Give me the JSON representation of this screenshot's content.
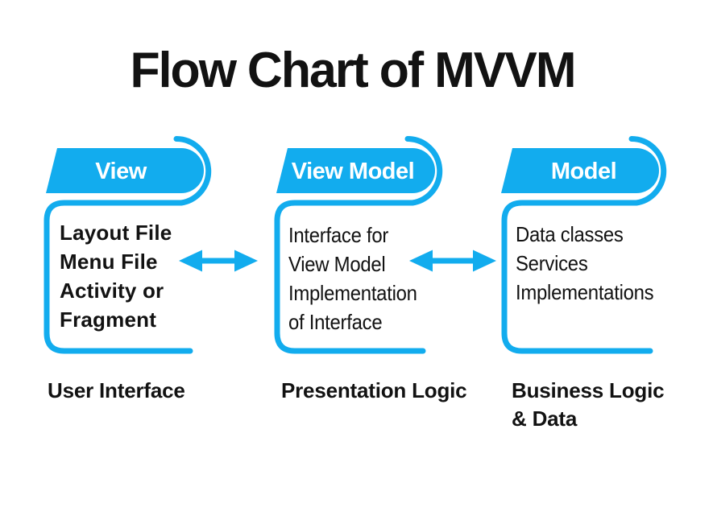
{
  "title": "Flow Chart of MVVM",
  "colors": {
    "accent": "#12ACEE",
    "text": "#121212",
    "tab_label": "#FFFFFF",
    "background": "#FFFFFF"
  },
  "columns": [
    {
      "tab": "View",
      "items": [
        "Layout File",
        "Menu File",
        "Activity or",
        "Fragment"
      ],
      "caption": "User Interface"
    },
    {
      "tab": "View Model",
      "items": [
        "Interface for",
        "View Model",
        "Implementation",
        "of Interface"
      ],
      "caption": "Presentation Logic"
    },
    {
      "tab": "Model",
      "items": [
        "Data classes",
        "Services",
        "Implementations"
      ],
      "caption": "Business Logic & Data"
    }
  ],
  "arrows": [
    {
      "name": "view-viewmodel",
      "type": "double-headed"
    },
    {
      "name": "viewmodel-model",
      "type": "double-headed"
    }
  ]
}
